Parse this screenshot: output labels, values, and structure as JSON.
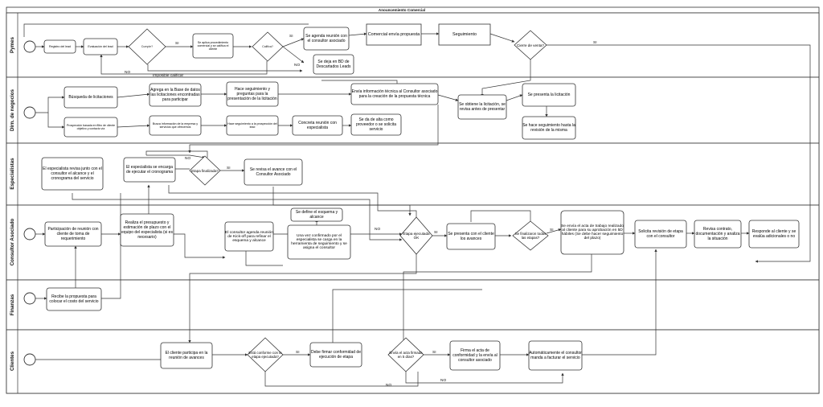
{
  "title": "Anouncemiento Comercial",
  "lanes": [
    {
      "id": "pymes",
      "label": "Pymes"
    },
    {
      "id": "dir",
      "label": "Dirn. de negocios"
    },
    {
      "id": "esp",
      "label": "Especialistas"
    },
    {
      "id": "con",
      "label": "Consultor Asociado"
    },
    {
      "id": "fin",
      "label": "Finanzas"
    },
    {
      "id": "cli",
      "label": "Clientes"
    }
  ],
  "nodes": {
    "p_reg": "Registro del lead",
    "p_cal": "Evaluación del lead",
    "p_d1": "Cumple?",
    "p_proc": "Se aplica procedimiento comercial y se califica el cliente",
    "p_d2": "Califica?",
    "p_agenda": "Se agenda reunión con el consultor asociado",
    "p_baja": "Se deja en BD de Descartados Leads",
    "p_envia": "Comercial envía propuesta",
    "p_seg": "Seguimiento",
    "p_d3": "Cierre de venta?",
    "d_busq": "Búsqueda de licitaciones",
    "d_prosp": "Prospección basada en filtro de cliente objetivo y contacto vía",
    "d_agrega": "Agrega en la Base de datos las licitaciones encontradas para participar",
    "d_busca": "Busca información de la empresa y servicios que ofrecemos",
    "d_hace": "Hace seguimiento y preguntas para la presentación de la licitación",
    "d_hace2": "Hace seguimiento a la prospección del lead",
    "d_concreta": "Concreta reunión con especialista",
    "d_envia": "Envía información técnica al Consultor asociado para la creación de la propuesta técnica",
    "d_alta": "Se da de alta como proveedor o se solicita servicio",
    "d_obtiene": "Se obtiene la licitación, se revisa antes de presentar",
    "d_presenta": "Se presenta la licitación",
    "d_sigue": "Se hace seguimiento hasta la revisión de la misma",
    "e_revisa": "El especialista revisa junto con el consultor el alcance y el cronograma del servicio",
    "e_encarga": "El especialista se encarga de ejecutar el cronograma",
    "e_d1": "Etapa finalizada?",
    "e_avance": "Se revisa el avance con el Consultor Asociado",
    "c_part": "Participación de reunión con cliente de toma de requerimiento",
    "c_presup": "Realiza el presupuesto y estimación de plazo con el equipo del especialista (si es necesario)",
    "c_kick": "El consultor agenda reunión de Kick-off para refinar el esquema y alcance",
    "c_define": "Se define el esquema y alcance",
    "c_confirm": "Una vez confirmado por el especialista se carga en la herramienta de seguimiento y se asigna el consultor",
    "c_d1": "Etapa ejecutada OK",
    "c_presenta": "Se presenta con el cliente los avances",
    "c_d2": "Se finalizaron todas las etapas?",
    "c_acta": "Se envía el acta de trabajo realizado al cliente para su aprobación en 5D hábiles (Se debe hacer seguimiento del plazo)",
    "c_solicita": "Solicita revisión de etapa con el consultor",
    "c_revisa": "Revisa contrato, documentación y analiza la situación",
    "c_responde": "Responde al cliente y se evalúa adicionales o no",
    "f_recibe": "Recibe la propuesta para colocar el costo del servicio",
    "k_participa": "El cliente participa en la reunión de avances",
    "k_d1": "Está conforme con la etapa ejecutada?",
    "k_firma": "Debe firmar conformidad de ejecución de etapa",
    "k_d2": "Envía el acta firmada en 5 días?",
    "k_firma2": "Firma el acta de conformidad y la envía al consultor asociado",
    "k_auto": "Automáticamente el consultor manda a facturar el servicio"
  },
  "edges": {
    "si": "SI",
    "no": "NO",
    "imp": "Imposible calificar"
  }
}
